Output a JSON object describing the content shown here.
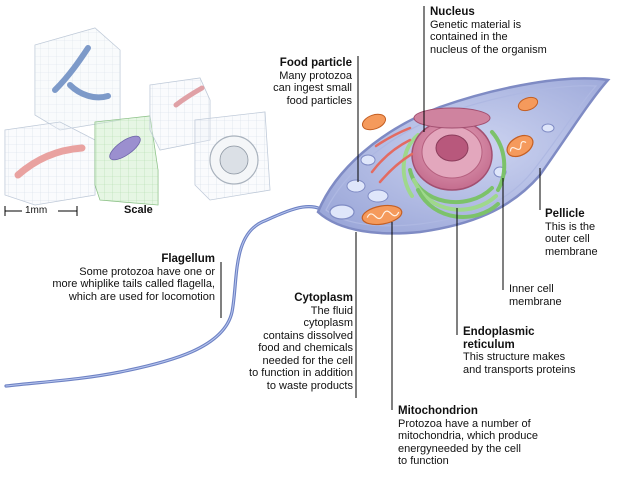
{
  "scale": {
    "bar_label": "1mm",
    "title": "Scale"
  },
  "labels": {
    "food_particle": {
      "title": "Food particle",
      "body": "Many protozoa\ncan ingest small\nfood particles"
    },
    "nucleus": {
      "title": "Nucleus",
      "body": "Genetic material is\ncontained in the\nnucleus of the organism"
    },
    "pellicle": {
      "title": "Pellicle",
      "body": "This is the\nouter cell\nmembrane"
    },
    "inner_membrane": {
      "body": "Inner cell\nmembrane"
    },
    "flagellum": {
      "title": "Flagellum",
      "body": "Some protozoa have one or\nmore whiplike tails called flagella,\nwhich are used for locomotion"
    },
    "cytoplasm": {
      "title": "Cytoplasm",
      "body": "The fluid\ncytoplasm\ncontains dissolved\nfood and chemicals\nneeded for the cell\nto function in addition\nto waste products"
    },
    "endoplasmic": {
      "title": "Endoplasmic\nreticulum",
      "body": "This structure makes\nand transports proteins"
    },
    "mitochondrion": {
      "title": "Mitochondrion",
      "body": "Protozoa have a number of\nmitochondria, which produce\nenergyneeded by the cell\nto function"
    }
  },
  "colors": {
    "cell_fill": "#b9c3e6",
    "cell_edge": "#8d98cc",
    "nucleus": "#d98aa6",
    "er": "#9fd18a",
    "mito": "#f08a4b",
    "leader": "#000000"
  }
}
